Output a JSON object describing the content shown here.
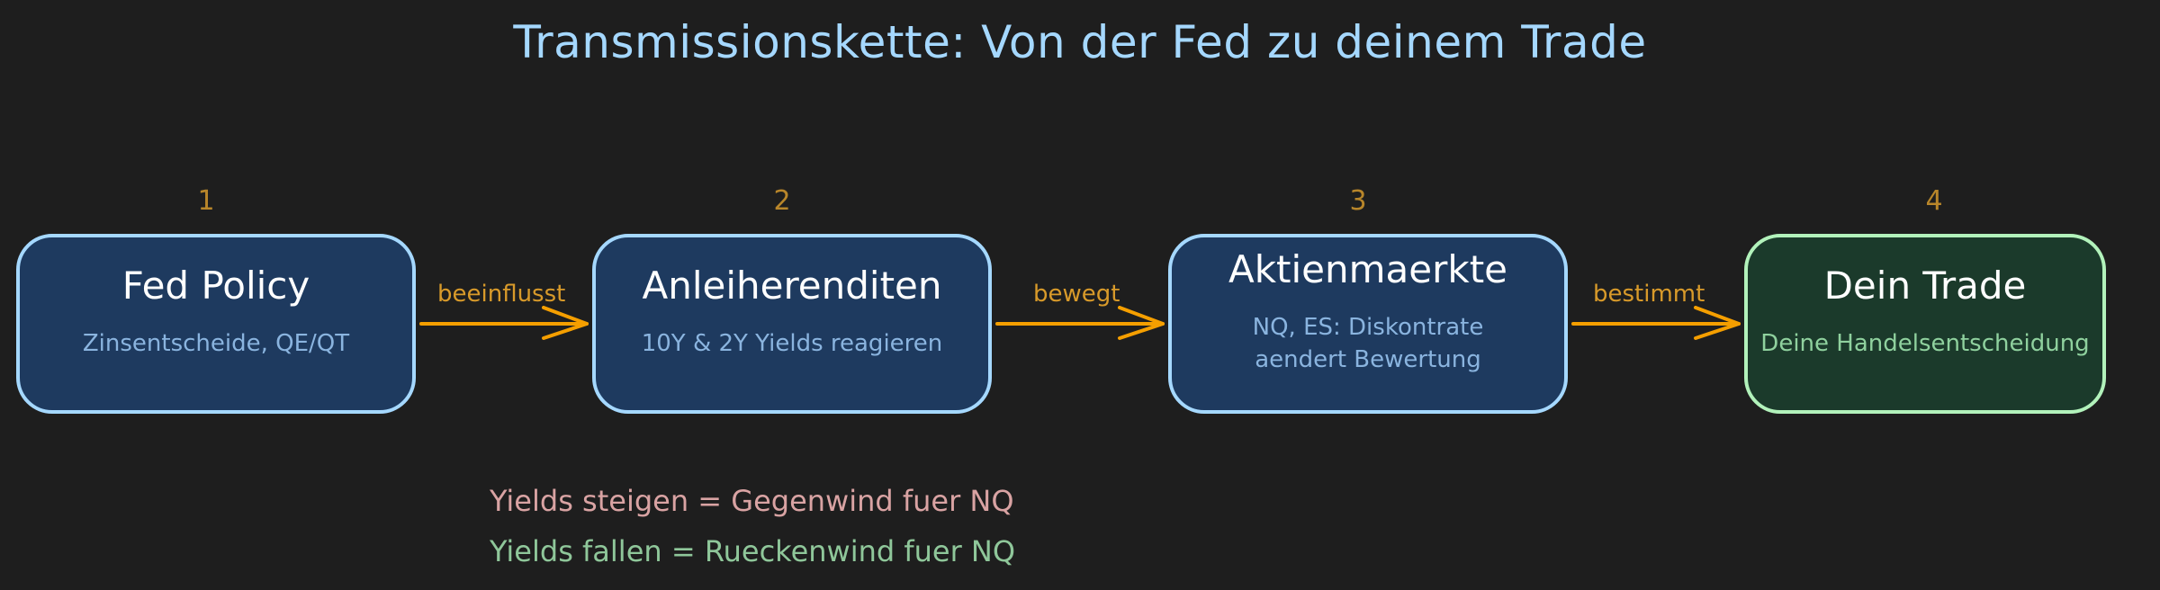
{
  "title": "Transmissionskette: Von der Fed zu deinem Trade",
  "colors": {
    "background": "#1e1e1e",
    "title": "#a5d8ff",
    "box_fill_blue": "#1e3a5f",
    "box_stroke_blue": "#a5d8ff",
    "box_fill_green": "#1b3a2b",
    "box_stroke_green": "#b2f2bb",
    "arrow": "#f59f00",
    "step_number": "#b8862a",
    "note_negative": "#d9a3a3",
    "note_positive": "#8fc79a"
  },
  "steps": [
    {
      "number": "1",
      "title": "Fed Policy",
      "subtitle": "Zinsentscheide, QE/QT"
    },
    {
      "number": "2",
      "title": "Anleiherenditen",
      "subtitle": "10Y & 2Y Yields reagieren"
    },
    {
      "number": "3",
      "title": "Aktienmaerkte",
      "subtitle_line1": "NQ, ES: Diskontrate",
      "subtitle_line2": "aendert Bewertung"
    },
    {
      "number": "4",
      "title": "Dein Trade",
      "subtitle": "Deine Handelsentscheidung"
    }
  ],
  "arrows": [
    {
      "label": "beeinflusst"
    },
    {
      "label": "bewegt"
    },
    {
      "label": "bestimmt"
    }
  ],
  "notes": {
    "negative": "Yields steigen = Gegenwind fuer NQ",
    "positive": "Yields fallen = Rueckenwind fuer NQ"
  }
}
